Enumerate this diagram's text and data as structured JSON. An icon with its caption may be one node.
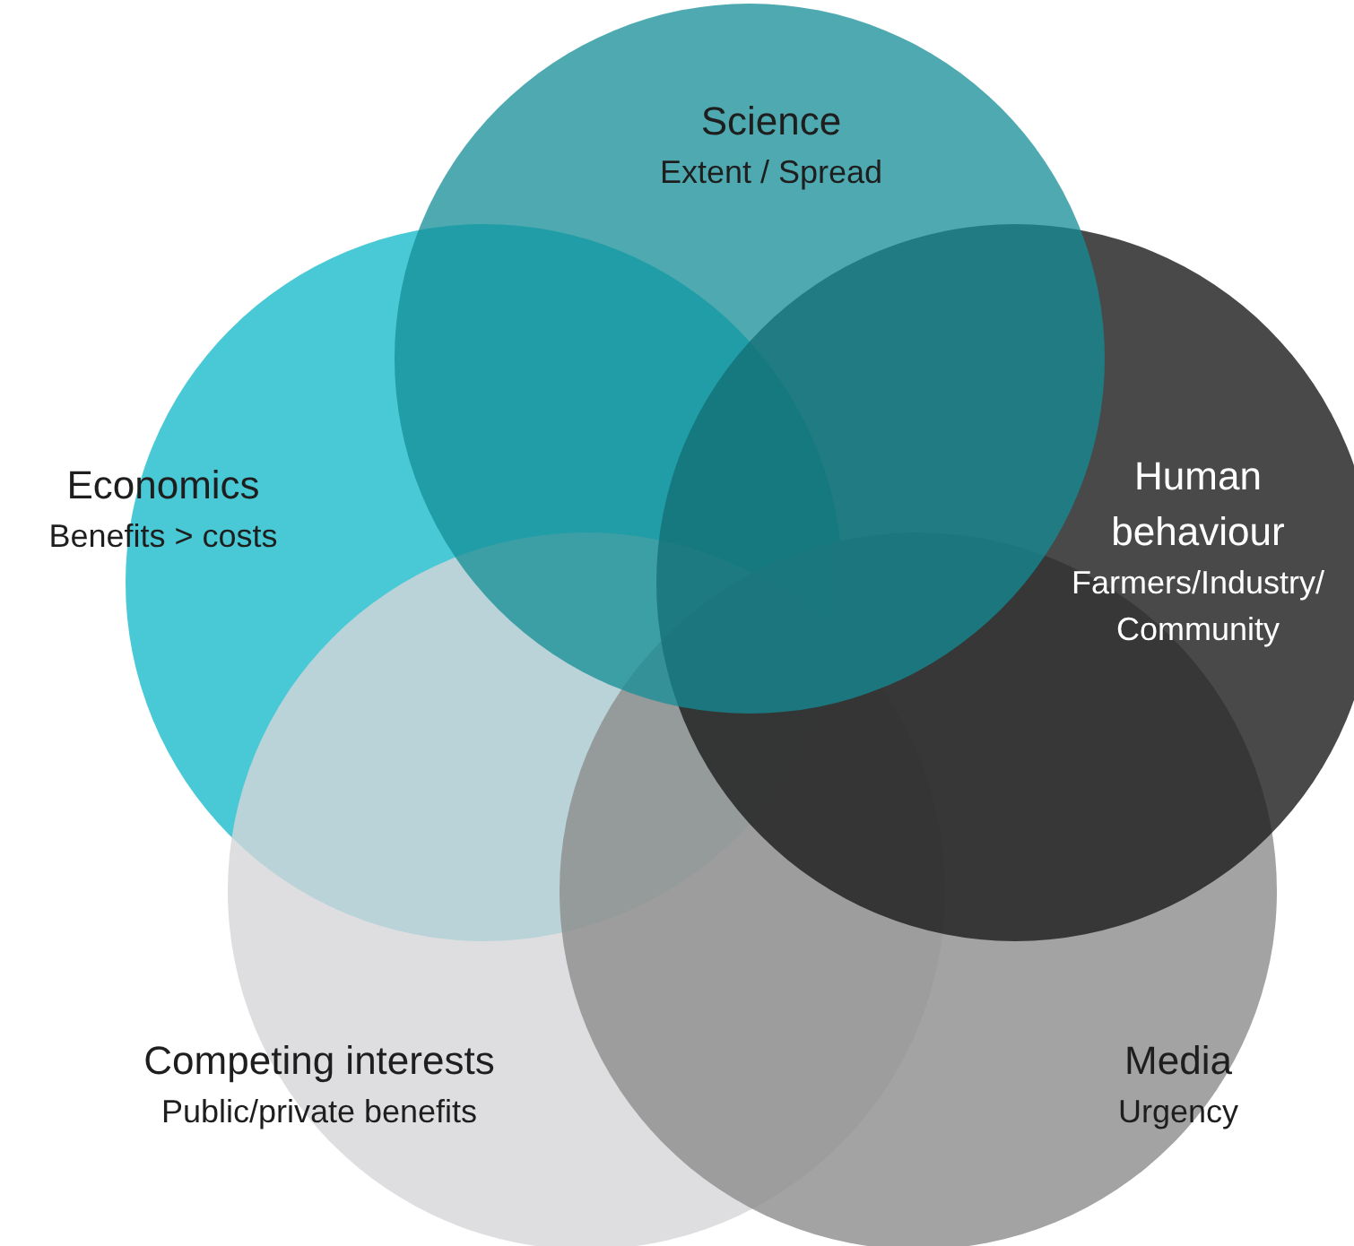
{
  "diagram": {
    "nodes": [
      {
        "text": [
          "Science",
          "Extent / Spread"
        ]
      },
      {
        "text": [
          "Economics",
          "Benefits > costs"
        ]
      },
      {
        "text": [
          "Competing interests",
          "Public/private benefits"
        ]
      },
      {
        "text": [
          "Media",
          "Urgency"
        ]
      },
      {
        "text": [
          "Human behaviour",
          "Farmers/Industry/ Community"
        ]
      }
    ]
  }
}
